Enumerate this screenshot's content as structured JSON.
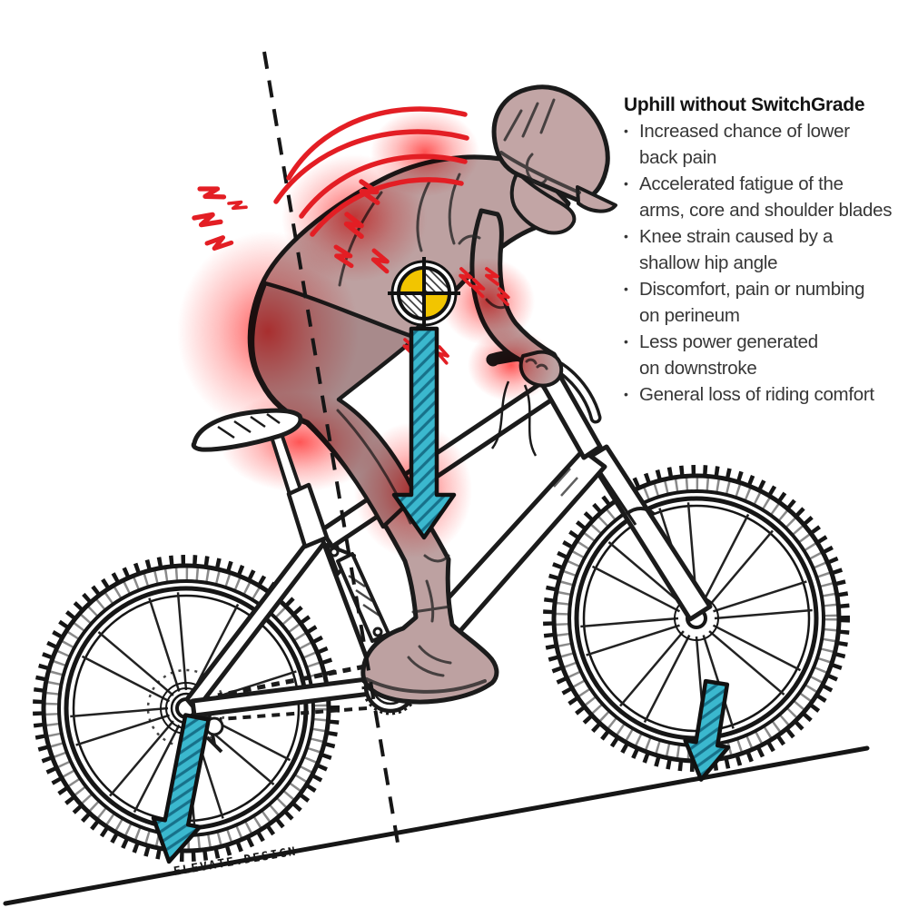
{
  "panel": {
    "title": "Uphill without SwitchGrade",
    "bullet_char": "•",
    "bullets": [
      {
        "lines": [
          "Increased chance of lower",
          "back pain"
        ]
      },
      {
        "lines": [
          "Accelerated fatigue of the",
          "arms, core and shoulder blades"
        ]
      },
      {
        "lines": [
          "Knee strain caused by a",
          "shallow hip angle"
        ]
      },
      {
        "lines": [
          "Discomfort, pain or numbing",
          "on perineum"
        ]
      },
      {
        "lines": [
          "Less power generated",
          "on downstroke"
        ]
      },
      {
        "lines": [
          "General loss of riding comfort"
        ]
      }
    ]
  },
  "credit": "ELEVATE.DESIGN",
  "colors": {
    "force_arrow_teal": "#3bb8ce",
    "pain_red": "#e31e24",
    "com_yellow": "#f2c500",
    "rider_mauve": "#bda1a1",
    "ink": "#1b1b1b"
  }
}
